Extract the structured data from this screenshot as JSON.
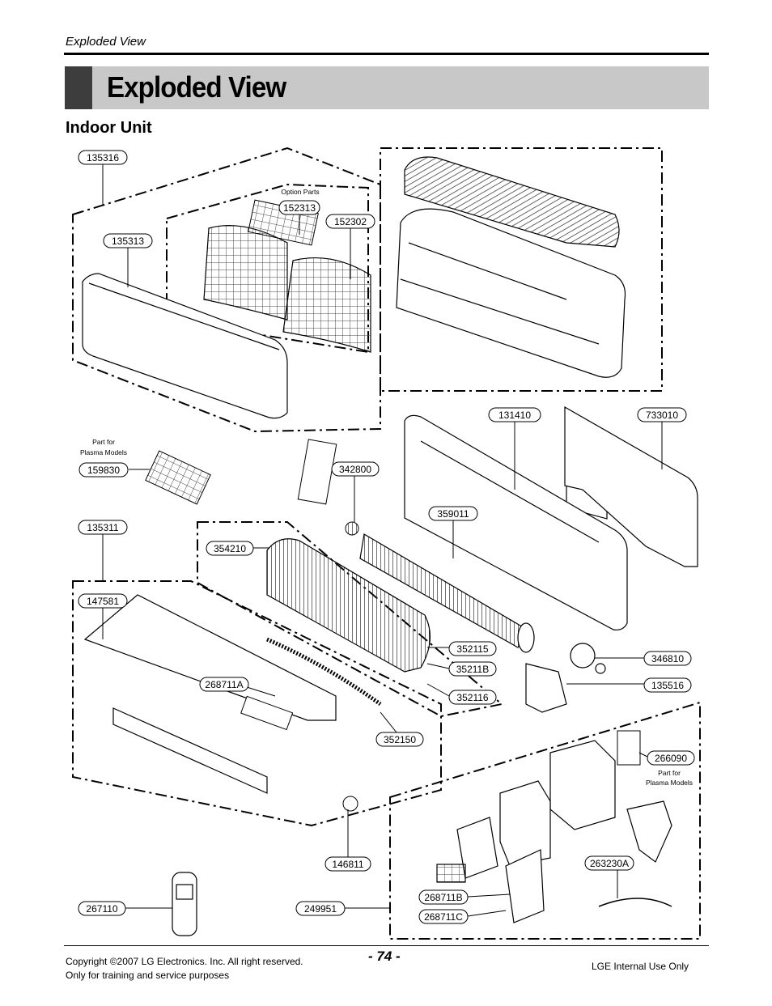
{
  "running_head": "Exploded View",
  "banner_title": "Exploded View",
  "section_title": "Indoor Unit",
  "part_labels": [
    "135316",
    "152313",
    "152302",
    "135313",
    "131410",
    "733010",
    "159830",
    "342800",
    "359011",
    "135311",
    "354210",
    "147581",
    "352115",
    "35211B",
    "346810",
    "268711A",
    "135516",
    "352116",
    "352150",
    "266090",
    "146811",
    "263230A",
    "268711B",
    "267110",
    "249951",
    "268711C"
  ],
  "notes": {
    "option_parts": "Option Parts",
    "plasma_1a": "Part for",
    "plasma_1b": "Plasma Models",
    "plasma_2a": "Part for",
    "plasma_2b": "Plasma Models"
  },
  "footer": {
    "page_number": "- 74 -",
    "copyright_1": "Copyright ©2007 LG Electronics. Inc. All right reserved.",
    "copyright_2": "Only for training and service purposes",
    "internal": "LGE Internal Use Only"
  }
}
